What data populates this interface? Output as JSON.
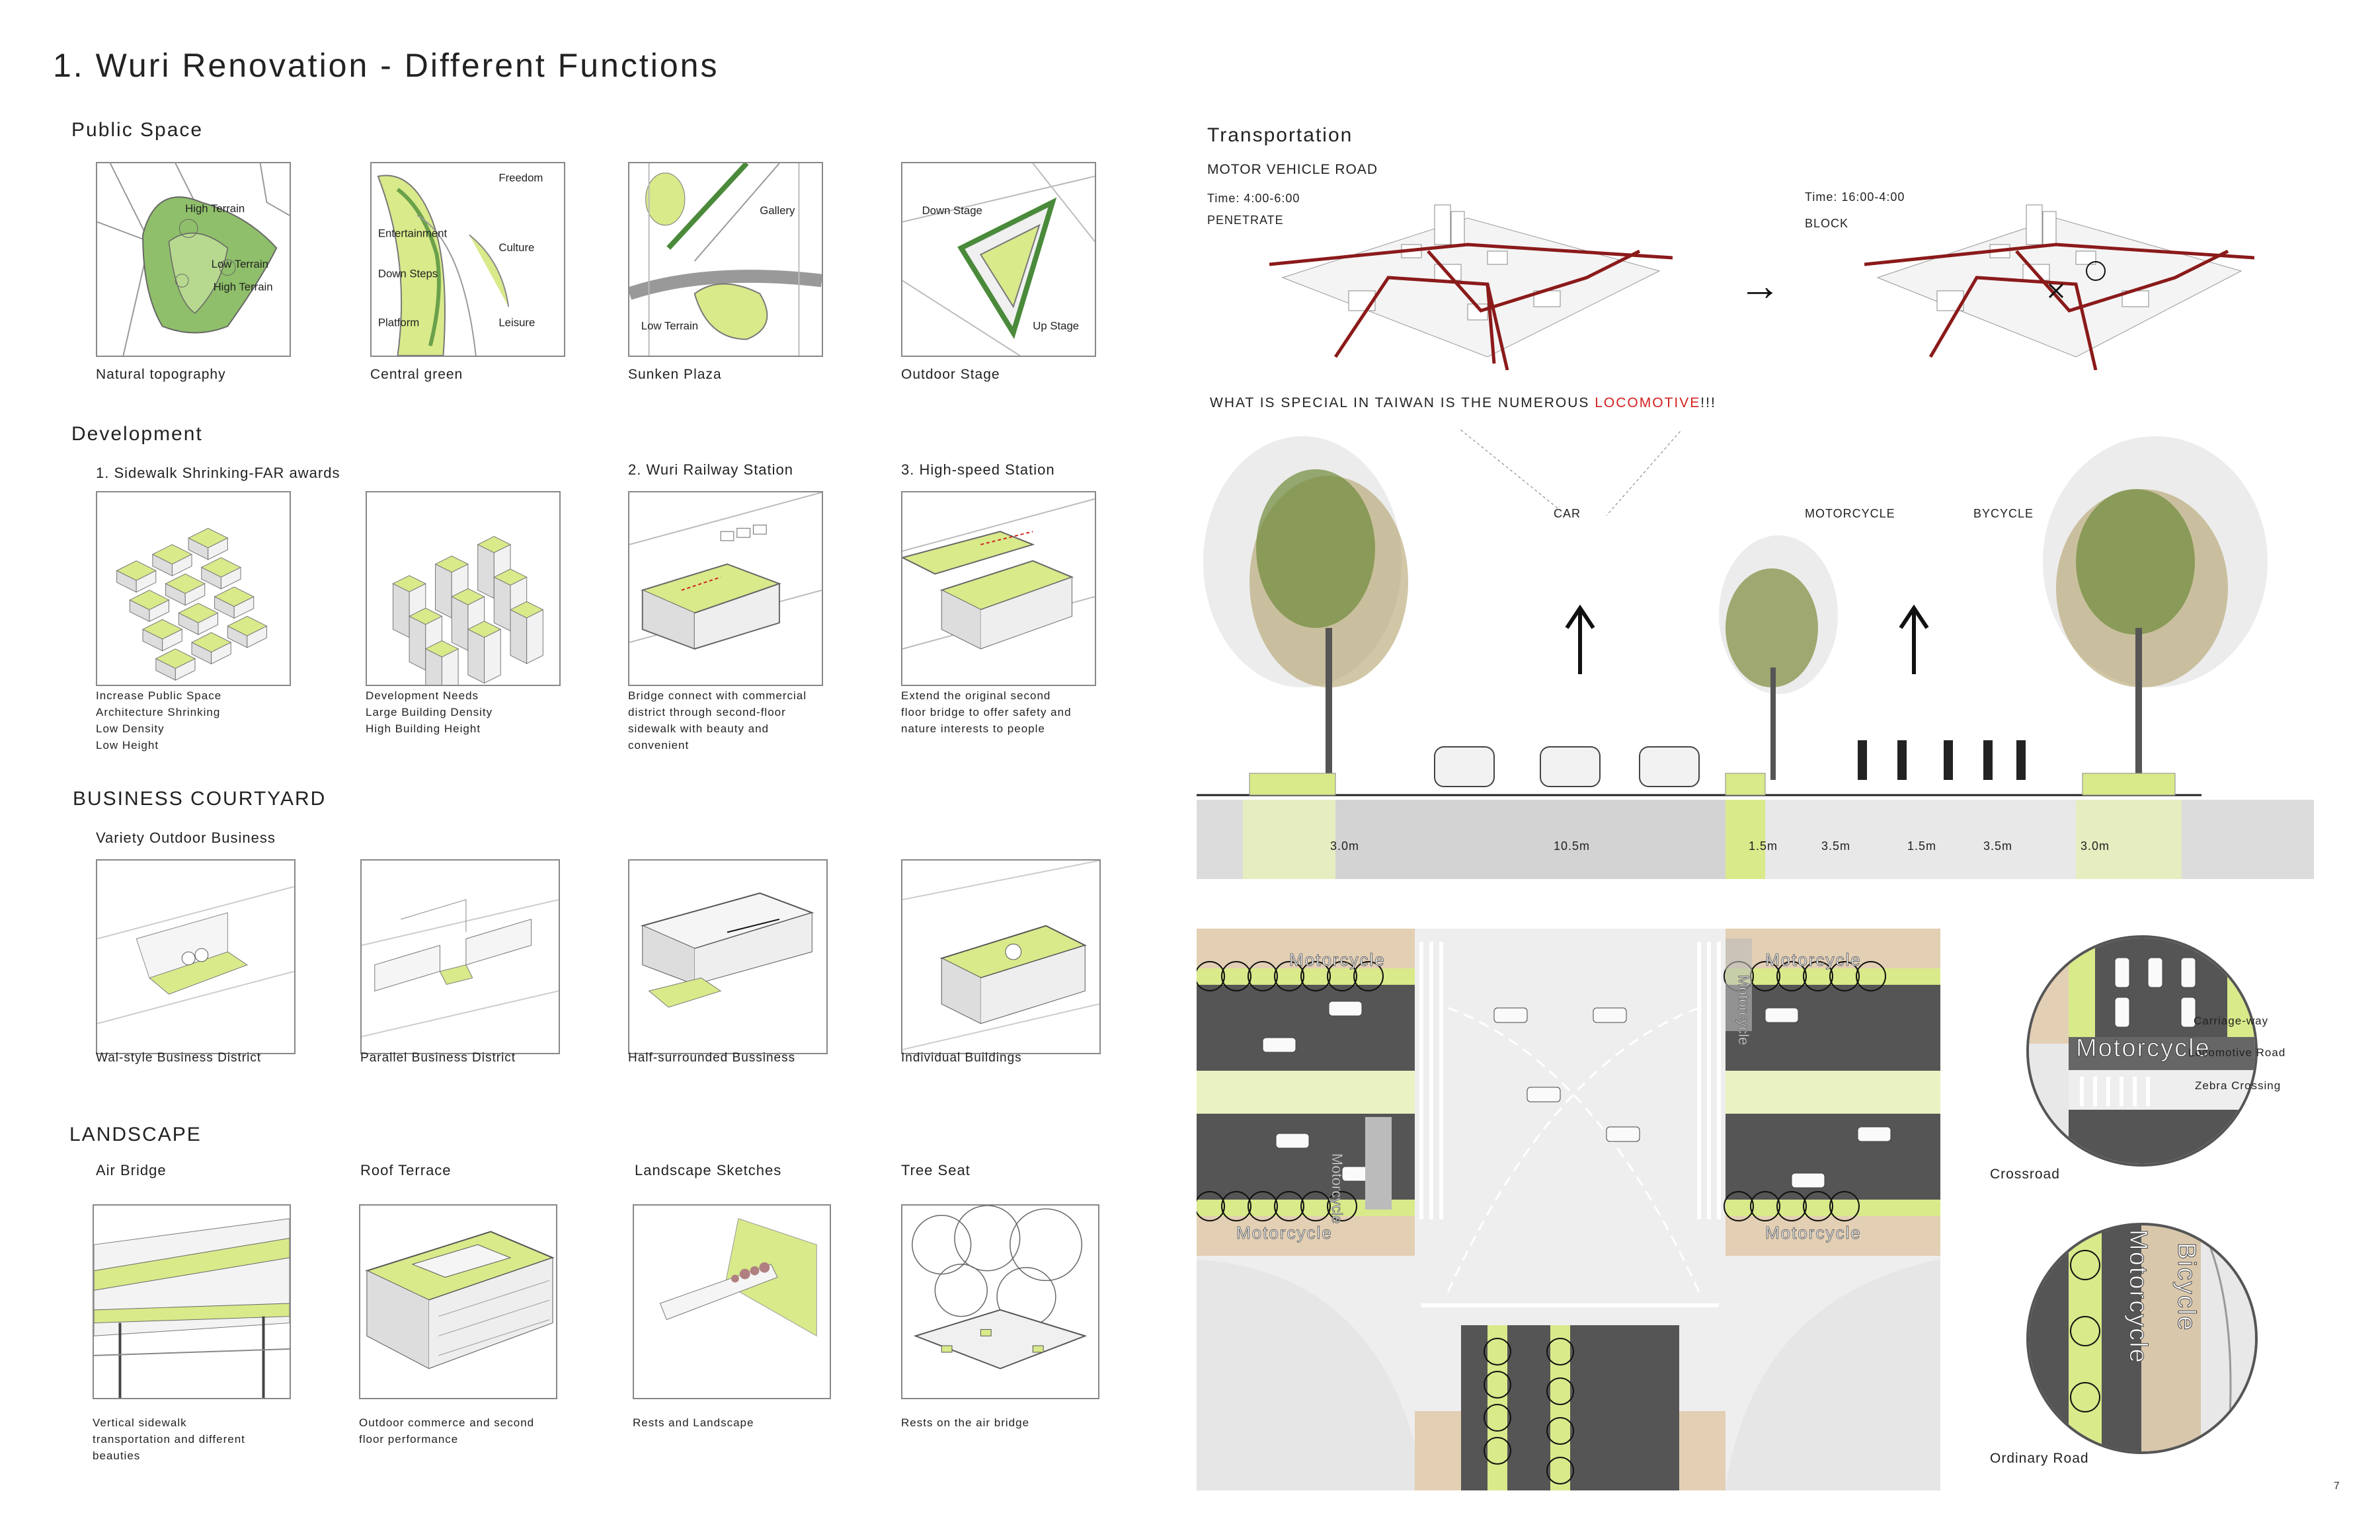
{
  "title": "1. Wuri Renovation - Different Functions",
  "page_number": "7",
  "public_space": {
    "heading": "Public Space",
    "tiles": [
      {
        "caption": "Natural topography",
        "labels": [
          "High Terrain",
          "Low Terrain",
          "High Terrain"
        ]
      },
      {
        "caption": "Central green",
        "labels": [
          "Freedom",
          "Entertainment",
          "Culture",
          "Down Steps",
          "Platform",
          "Leisure"
        ]
      },
      {
        "caption": "Sunken Plaza",
        "labels": [
          "Gallery",
          "Low Terrain"
        ]
      },
      {
        "caption": "Outdoor Stage",
        "labels": [
          "Down Stage",
          "Up Stage"
        ]
      }
    ]
  },
  "development": {
    "heading": "Development",
    "groups": [
      {
        "title": "1. Sidewalk Shrinking-FAR awards"
      },
      {
        "title": "2. Wuri Railway Station"
      },
      {
        "title": "3. High-speed Station"
      }
    ],
    "notes": [
      "Increase Public Space\nArchitecture Shrinking\nLow Density\nLow  Height",
      "Development Needs\nLarge Building Density\nHigh Building Height",
      "Bridge connect with commercial\ndistrict through second-floor\nsidewalk with beauty and\nconvenient",
      "Extend the original second\nfloor bridge to offer safety and\nnature interests to people"
    ]
  },
  "business": {
    "heading": "BUSINESS COURTYARD",
    "subtitle": "Variety Outdoor Business",
    "captions": [
      "Wal-style Business District",
      "Parallel Business District",
      "Half-surrounded Bussiness",
      "Individual Buildings"
    ]
  },
  "landscape": {
    "heading": "LANDSCAPE",
    "titles": [
      "Air Bridge",
      "Roof Terrace",
      "Landscape Sketches",
      "Tree Seat"
    ],
    "notes": [
      "Vertical sidewalk\ntransportation and different\nbeauties",
      "Outdoor commerce and second\nfloor performance",
      "Rests and Landscape",
      "Rests on the air bridge"
    ]
  },
  "transportation": {
    "heading": "Transportation",
    "motor_road": "MOTOR VEHICLE ROAD",
    "time_left": "Time: 4:00-6:00",
    "mode_left": "PENETRATE",
    "time_right": "Time: 16:00-4:00",
    "mode_right": "BLOCK",
    "special_prefix": "WHAT IS SPECIAL IN TAIWAN IS THE NUMEROUS ",
    "special_highlight": "LOCOMOTIVE",
    "special_suffix": "!!!",
    "section_labels": [
      "CAR",
      "MOTORCYCLE",
      "BYCYCLE"
    ],
    "widths": [
      "3.0m",
      "10.5m",
      "1.5m",
      "3.5m",
      "1.5m",
      "3.5m",
      "3.0m"
    ],
    "plan_labels": [
      "Motorcycle",
      "Motorcycle",
      "Motorcycle",
      "Motorcycle",
      "Motorcycle",
      "Motorcycle"
    ],
    "crossroad": {
      "caption": "Crossroad",
      "text": "Motorcycle",
      "labels": [
        "Carriage-way",
        "Locomotive Road",
        "Zebra Crossing"
      ]
    },
    "ordinary": {
      "caption": "Ordinary Road",
      "labels": [
        "Motorcycle",
        "Bicycle"
      ]
    }
  },
  "colors": {
    "green_light": "#d8ea8a",
    "green_dark": "#4a8a3a",
    "red_path": "#8b1a1a",
    "asphalt": "#555555",
    "sidewalk": "#e3cfb4"
  }
}
